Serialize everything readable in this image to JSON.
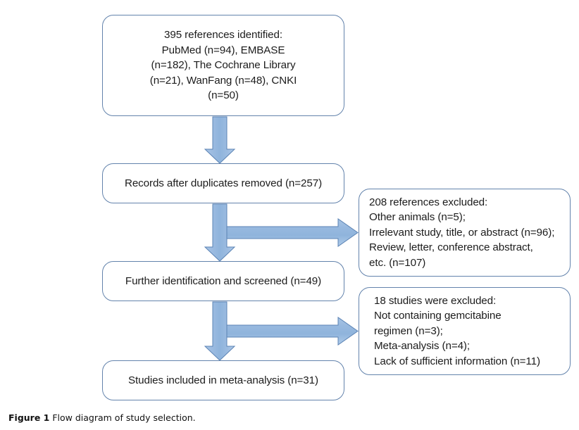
{
  "figure": {
    "caption_label": "Figure 1",
    "caption_text": "Flow diagram of study selection.",
    "colors": {
      "box_border": "#6383ac",
      "box_fill": "#ffffff",
      "arrow_fill": "#93b5dd",
      "arrow_stroke": "#5b83b4",
      "text": "#1c1c1c",
      "page_background": "#ffffff"
    }
  },
  "chart_data": {
    "type": "diagram",
    "title": "Flow diagram of study selection",
    "nodes": [
      {
        "id": "identified",
        "label": "395 references identified:\nPubMed (n=94), EMBASE\n(n=182), The Cochrane Library\n(n=21), WanFang (n=48), CNKI\n(n=50)",
        "align": "center",
        "count": 395
      },
      {
        "id": "duplicates_removed",
        "label": "Records after duplicates removed (n=257)",
        "align": "center",
        "count": 257
      },
      {
        "id": "screened",
        "label": "Further identification and screened (n=49)",
        "align": "center",
        "count": 49
      },
      {
        "id": "included",
        "label": "Studies included in meta-analysis (n=31)",
        "align": "center",
        "count": 31
      },
      {
        "id": "excluded_1",
        "label": "208 references excluded:\nOther animals (n=5);\nIrrelevant study, title, or abstract (n=96);\nReview, letter, conference abstract,\netc. (n=107)",
        "align": "left",
        "count": 208
      },
      {
        "id": "excluded_2",
        "label": "18 studies were excluded:\nNot containing gemcitabine\nregimen (n=3);\nMeta-analysis (n=4);\nLack of sufficient information (n=11)",
        "align": "left",
        "count": 18
      }
    ],
    "edges": [
      {
        "from": "identified",
        "to": "duplicates_removed",
        "direction": "down"
      },
      {
        "from": "duplicates_removed",
        "to": "screened",
        "direction": "down"
      },
      {
        "from": "duplicates_removed",
        "to": "excluded_1",
        "direction": "right"
      },
      {
        "from": "screened",
        "to": "included",
        "direction": "down"
      },
      {
        "from": "screened",
        "to": "excluded_2",
        "direction": "right"
      }
    ]
  }
}
